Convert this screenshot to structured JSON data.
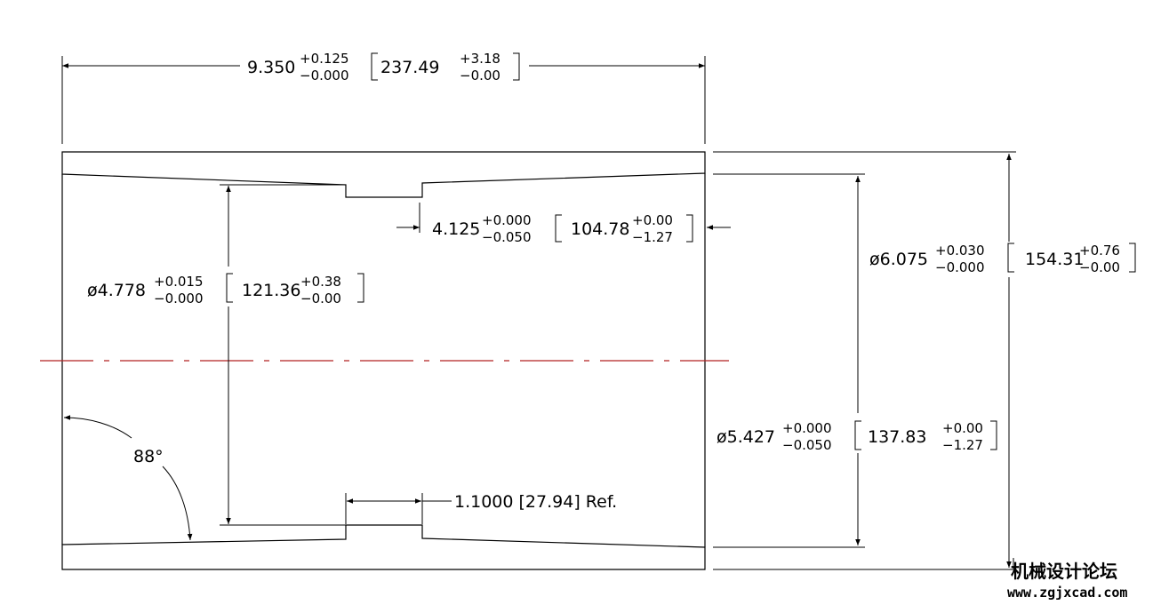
{
  "dimensions": {
    "overall_length": {
      "main": "9.350",
      "tol_plus": "+0.125",
      "tol_minus": "−0.000",
      "metric": "237.49",
      "metric_plus": "+3.18",
      "metric_minus": "−0.00"
    },
    "recess_position": {
      "main": "4.125",
      "tol_plus": "+0.000",
      "tol_minus": "−0.050",
      "metric": "104.78",
      "metric_plus": "+0.00",
      "metric_minus": "−1.27"
    },
    "bore_diameter": {
      "main": "ø4.778",
      "tol_plus": "+0.015",
      "tol_minus": "−0.000",
      "metric": "121.36",
      "metric_plus": "+0.38",
      "metric_minus": "−0.00"
    },
    "outer_diameter": {
      "main": "ø6.075",
      "tol_plus": "+0.030",
      "tol_minus": "−0.000",
      "metric": "154.31",
      "metric_plus": "+0.76",
      "metric_minus": "−0.00"
    },
    "taper_diameter": {
      "main": "ø5.427",
      "tol_plus": "+0.000",
      "tol_minus": "−0.050",
      "metric": "137.83",
      "metric_plus": "+0.00",
      "metric_minus": "−1.27"
    },
    "recess_width": {
      "text": "1.1000 [27.94] Ref."
    },
    "angle": {
      "text": "88°"
    }
  },
  "watermark": {
    "cn": "机械设计论坛",
    "url": "www.zgjxcad.com"
  },
  "colors": {
    "hatch": "#7a6a2e",
    "centerline": "#b22222",
    "ink": "#000000"
  }
}
